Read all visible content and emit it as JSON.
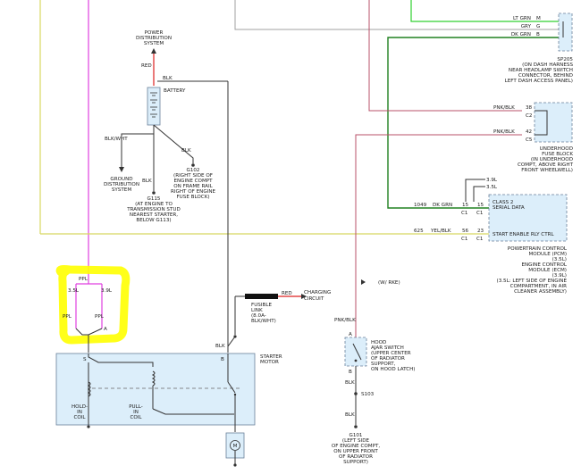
{
  "colors": {
    "ppl": "#e040e0",
    "yel": "#d8d860",
    "grn": "#30d030",
    "dkgrn": "#208020",
    "pnk": "#b85068",
    "red": "#dd2020",
    "gry": "#a0a0a0",
    "blk": "#333333",
    "highlight": "#ffff00",
    "component_fill": "#dceefa"
  },
  "labels": {
    "power_dist": [
      "POWER",
      "DISTRIBUTION",
      "SYSTEM"
    ],
    "red_batt": "RED",
    "blk_batt": "BLK",
    "battery": "BATTERY",
    "blk_wht": "BLK/WHT",
    "ground_dist": [
      "GROUND",
      "DISTRIBUTION",
      "SYSTEM"
    ],
    "blk_g115": "BLK",
    "blk_g102": "BLK",
    "g102": [
      "G102",
      "(RIGHT SIDE OF",
      "ENGINE COMPT",
      "ON FRAME RAIL",
      "RIGHT OF ENGINE",
      "FUSE BLOCK)"
    ],
    "g115": [
      "G115",
      "(AT ENGINE TO",
      "TRANSMISSION STUD",
      "NEAREST STARTER,",
      "BELOW G113)"
    ],
    "sp205": {
      "wires": [
        "LT GRN",
        "GRY",
        "DK GRN"
      ],
      "pins": [
        "M",
        "G",
        "B"
      ],
      "desc": [
        "SP205",
        "(ON DASH HARNESS",
        "NEAR HEADLAMP SWITCH",
        "CONNECTOR, BEHIND",
        "LEFT DASH ACCESS PANEL)"
      ]
    },
    "underhood": {
      "wires": [
        "PNK/BLK",
        "PNK/BLK"
      ],
      "pins": [
        "38",
        "42"
      ],
      "conns": [
        "C2",
        "C5"
      ],
      "desc": [
        "UNDERHOOD",
        "FUSE BLOCK",
        "(IN UNDERHOOD",
        "COMPT, ABOVE RIGHT",
        "FRONT WHEELWELL)"
      ]
    },
    "pcm": {
      "engine_35": "3.5L",
      "engine_39": "3.9L",
      "eng_35b": "3.5L",
      "eng_39b": "3.9L",
      "circuit_1049": "1049",
      "wire_dkgrn": "DK GRN",
      "pin_15a": "15",
      "pin_15b": "15",
      "conn_c1a": "C1",
      "conn_c1b": "C1",
      "class2": [
        "CLASS 2",
        "SERIAL DATA"
      ],
      "circuit_625": "625",
      "wire_yelblk": "YEL/BLK",
      "pin_56": "56",
      "pin_23": "23",
      "conn_c1c": "C1",
      "conn_c1d": "C1",
      "start_enable": "START ENABLE RLY CTRL",
      "desc": [
        "POWERTRAIN CONTROL",
        "MODULE (PCM)",
        "(3.5L)",
        "ENGINE CONTROL",
        "MODULE (ECM)",
        "(3.9L)",
        "(3.5L: LEFT SIDE OF ENGINE",
        "COMPARTMENT, IN AIR",
        "CLEANER ASSEMBLY)"
      ]
    },
    "w_rke": "(W/ RKE)",
    "pnk_blk_hood": "PNK/BLK",
    "hood": {
      "pin_a": "A",
      "pin_b": "B",
      "desc": [
        "HOOD",
        "AJAR SWITCH",
        "(UPPER CENTER",
        "OF RADIATOR",
        "SUPPORT,",
        "ON HOOD LATCH)"
      ]
    },
    "s103": "S103",
    "blk_hood1": "BLK",
    "blk_hood2": "BLK",
    "g101": [
      "G101",
      "(LEFT SIDE",
      "OF ENGINE COMPT,",
      "ON UPPER FRONT",
      "OF RADIATOR",
      "SUPPORT)"
    ],
    "fusible": {
      "red": "RED",
      "charging": [
        "CHARGING",
        "CIRCUIT"
      ],
      "desc": [
        "FUSIBLE",
        "LINK",
        "(8.0A-",
        "BLK/WHT)"
      ]
    },
    "starter": {
      "blk": "BLK",
      "pin_s": "S",
      "pin_b": "B",
      "name": [
        "STARTER",
        "MOTOR"
      ],
      "hold": [
        "HOLD-",
        "IN",
        "COIL"
      ],
      "pull": [
        "PULL-",
        "IN",
        "COIL"
      ],
      "motor": "M"
    },
    "highlight_box": {
      "ppl_top": "PPL",
      "eng_35": "3.5L",
      "eng_39": "3.9L",
      "ppl_left": "PPL",
      "ppl_right": "PPL",
      "pin_a": "A"
    }
  }
}
